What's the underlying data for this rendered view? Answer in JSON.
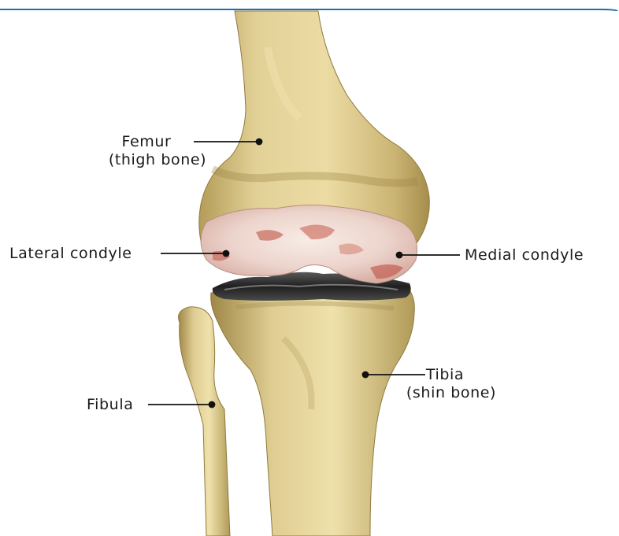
{
  "labels": {
    "femur": {
      "line1": "Femur",
      "line2": "(thigh bone)"
    },
    "lateral_condyle": "Lateral condyle",
    "medial_condyle": "Medial condyle",
    "fibula": "Fibula",
    "tibia": {
      "line1": "Tibia",
      "line2": "(shin bone)"
    }
  },
  "colors": {
    "frame": "#1f6fae",
    "bone": "#dcca8c",
    "bone_shadow": "#a8924f",
    "cartilage": "#efdfd8",
    "cartilage_red": "#c85a4e",
    "meniscus": "#2c2c2c",
    "leader": "#111111"
  }
}
